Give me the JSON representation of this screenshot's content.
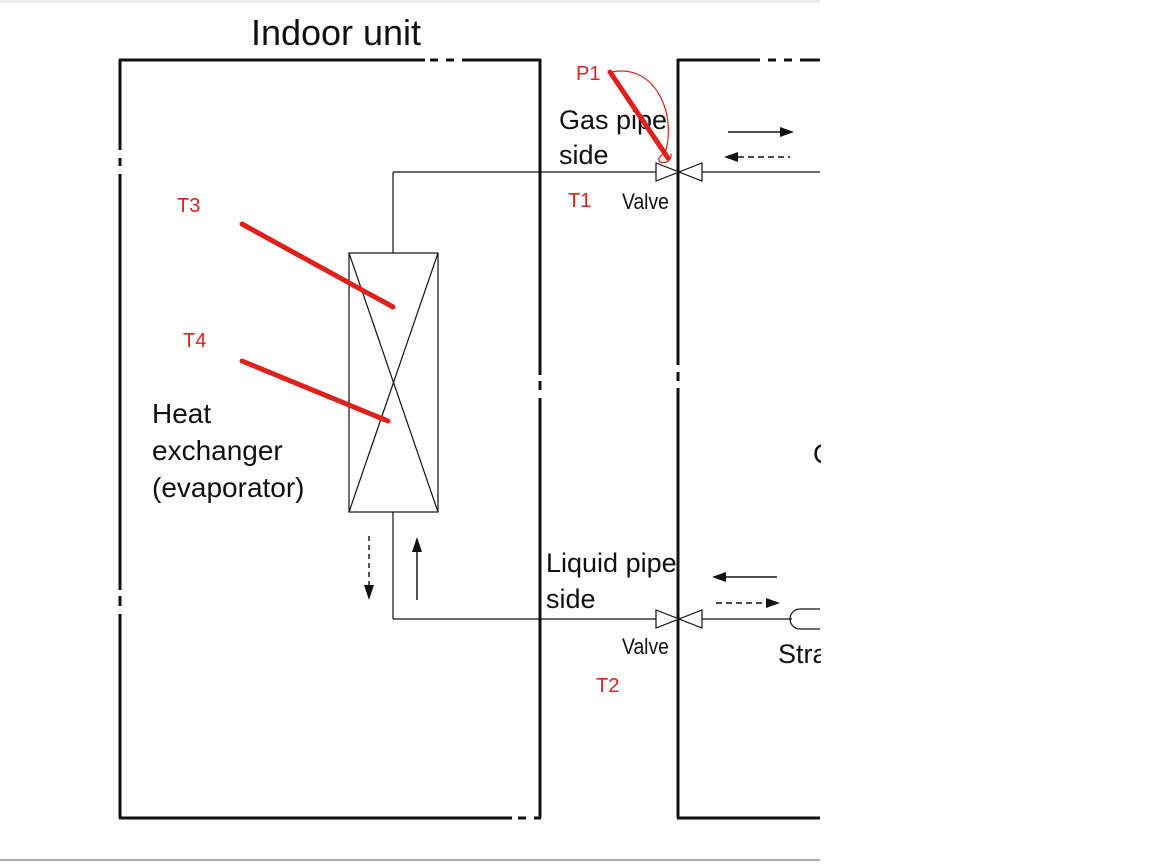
{
  "colors": {
    "line": "#111111",
    "annotation": "#e0201c",
    "background": "#ffffff"
  },
  "diagram": {
    "indoor_unit_label": "Indoor unit",
    "gas_pipe_label_line1": "Gas pipe",
    "gas_pipe_label_line2": "side",
    "liquid_pipe_label_line1": "Liquid pipe",
    "liquid_pipe_label_line2": "side",
    "valve_top_label": "Valve",
    "valve_bottom_label": "Valve",
    "heat_exchanger_line1": "Heat",
    "heat_exchanger_line2": "exchanger",
    "heat_exchanger_line3": "(evaporator)",
    "strainer_partial_label": "Stra",
    "outdoor_partial_char": "C"
  },
  "annotations": {
    "p1": "P1",
    "t1": "T1",
    "t2": "T2",
    "t3": "T3",
    "t4": "T4"
  },
  "icons": {
    "valve": "valve-icon",
    "arrow": "flow-arrow-icon",
    "strainer": "strainer-icon"
  }
}
